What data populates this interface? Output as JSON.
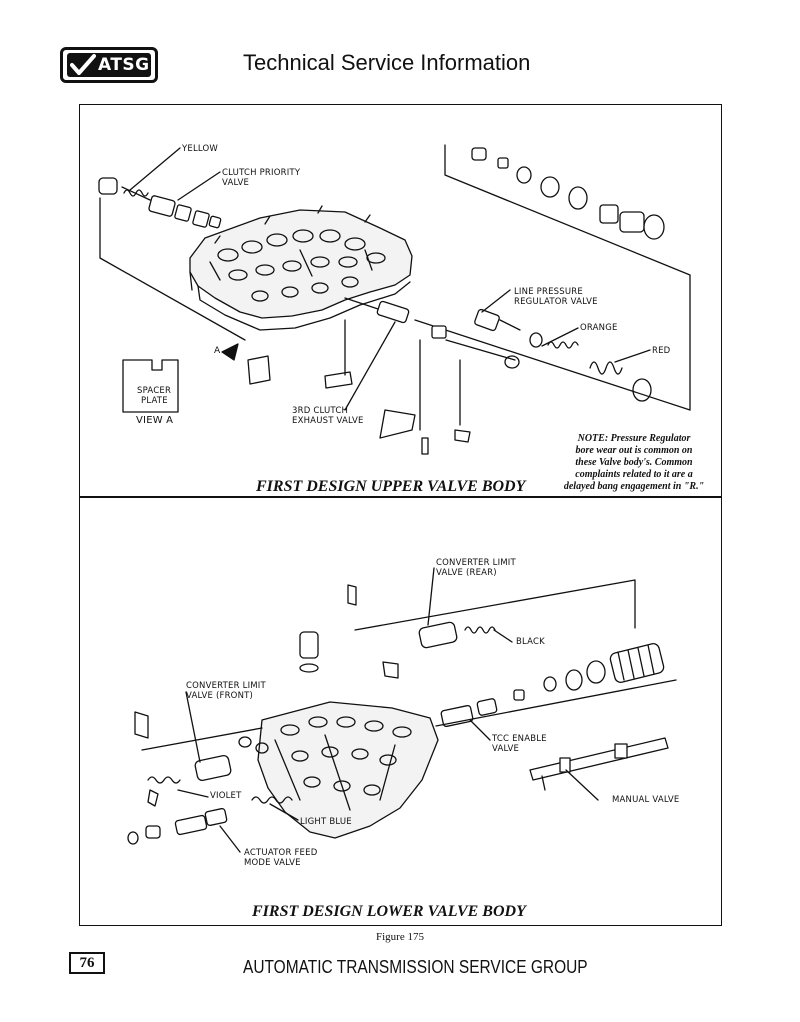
{
  "header": {
    "logo_text": "ATSG",
    "title": "Technical Service Information"
  },
  "upper": {
    "caption": "FIRST DESIGN UPPER VALVE BODY",
    "labels": {
      "yellow": "YELLOW",
      "clutch_priority_1": "CLUTCH PRIORITY",
      "clutch_priority_2": "VALVE",
      "line_pressure_1": "LINE PRESSURE",
      "line_pressure_2": "REGULATOR VALVE",
      "orange": "ORANGE",
      "red": "RED",
      "third_clutch_1": "3RD CLUTCH",
      "third_clutch_2": "EXHAUST VALVE",
      "spacer_1": "SPACER",
      "spacer_2": "PLATE",
      "view_a": "VIEW A",
      "arrow_a": "A"
    },
    "note": [
      "NOTE: Pressure Regulator",
      "bore wear out is common on",
      "these Valve body's. Common",
      "complaints related to it are a",
      "delayed bang engagement in \"R.\""
    ]
  },
  "lower": {
    "caption": "FIRST DESIGN LOWER VALVE BODY",
    "labels": {
      "clv_rear_1": "CONVERTER LIMIT",
      "clv_rear_2": "VALVE (REAR)",
      "black": "BLACK",
      "clv_front_1": "CONVERTER LIMIT",
      "clv_front_2": "VALVE (FRONT)",
      "tcc_1": "TCC ENABLE",
      "tcc_2": "VALVE",
      "violet": "VIOLET",
      "light_blue": "LIGHT BLUE",
      "manual_valve": "MANUAL VALVE",
      "actuator_1": "ACTUATOR FEED",
      "actuator_2": "MODE VALVE"
    }
  },
  "figure_label": "Figure 175",
  "page_number": "76",
  "footer": "AUTOMATIC TRANSMISSION SERVICE GROUP"
}
